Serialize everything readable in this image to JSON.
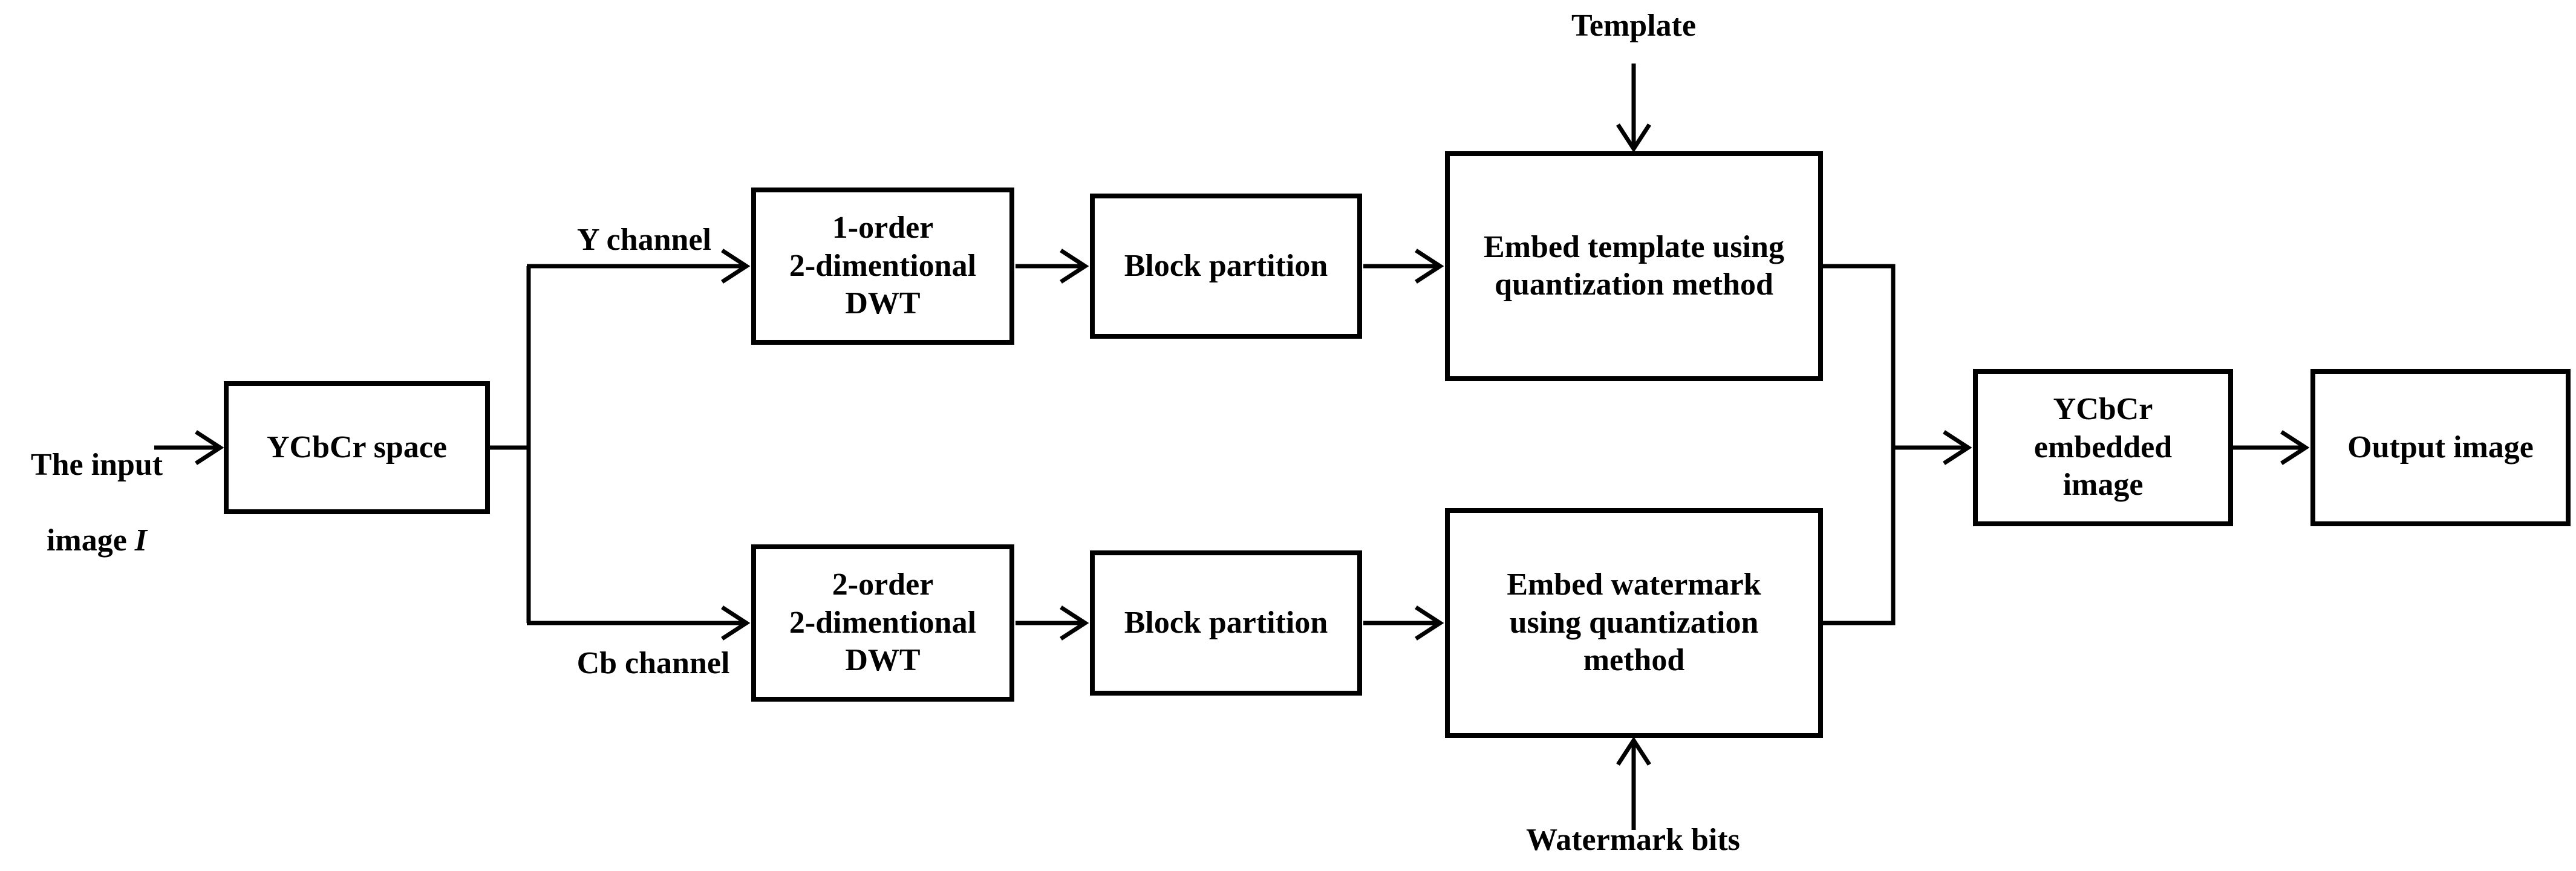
{
  "figure": {
    "background_color": "#ffffff",
    "line_color": "#000000",
    "text_color": "#000000"
  },
  "nodes": {
    "ycbcr_space": {
      "label": "YCbCr space"
    },
    "dwt_y": {
      "label": "1-order\n2-dimentional\nDWT"
    },
    "block_y": {
      "label": "Block partition"
    },
    "embed_template": {
      "label": "Embed template using\nquantization method"
    },
    "dwt_cb": {
      "label": "2-order\n2-dimentional\nDWT"
    },
    "block_cb": {
      "label": "Block partition"
    },
    "embed_watermark": {
      "label": "Embed watermark\nusing quantization\nmethod"
    },
    "ycbcr_embedded": {
      "label": "YCbCr\nembedded\nimage"
    },
    "output_image": {
      "label": "Output image"
    }
  },
  "labels": {
    "input_line1": "The input",
    "input_line2_prefix": "image ",
    "input_line2_italic": "I",
    "y_channel": "Y channel",
    "cb_channel": "Cb channel",
    "template": "Template",
    "watermark_bits": "Watermark bits"
  }
}
